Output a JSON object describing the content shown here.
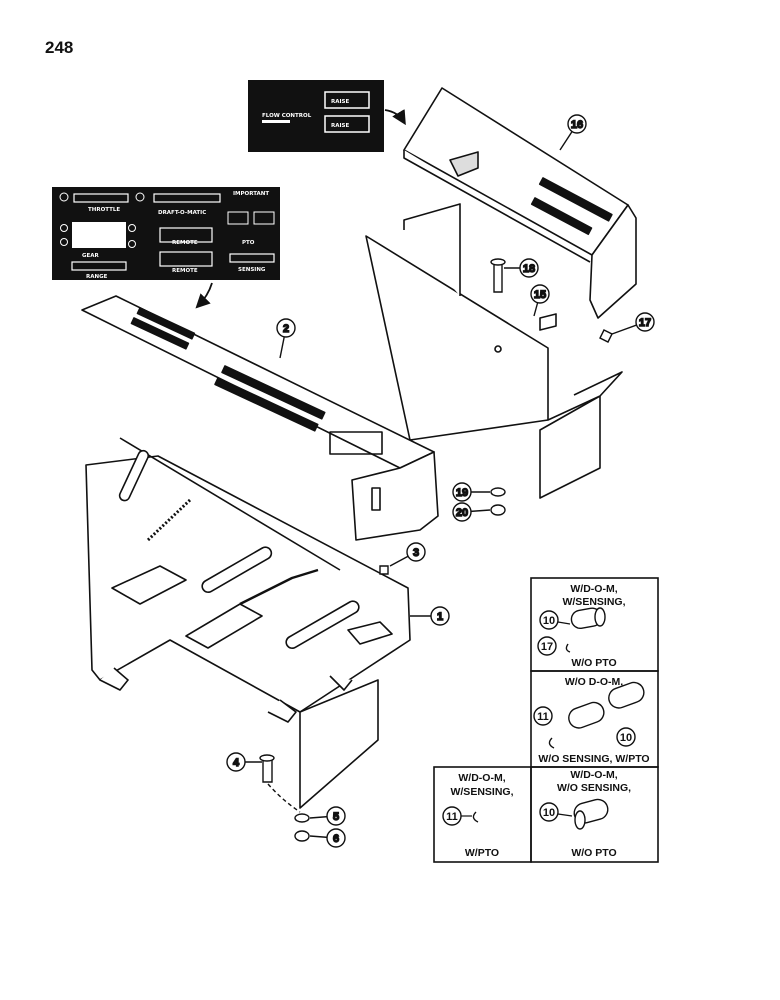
{
  "page_number": "248",
  "decal_upper": {
    "labels": [
      "FLOW CONTROL",
      "RAISE",
      "RAISE"
    ]
  },
  "decal_lower": {
    "labels": [
      "THROTTLE",
      "DRAFT-O-MATIC",
      "IMPORTANT",
      "REMOTE",
      "PTO",
      "GEAR",
      "REMOTE",
      "SENSING",
      "RANGE"
    ]
  },
  "callouts": [
    "1",
    "2",
    "3",
    "4",
    "5",
    "6",
    "10",
    "11",
    "15",
    "16",
    "17",
    "18",
    "19",
    "20"
  ],
  "variant_boxes": {
    "box_a": {
      "title_lines": [
        "W/D-O-M,",
        "W/SENSING,"
      ],
      "footer": "W/O PTO",
      "parts": [
        "10",
        "17"
      ]
    },
    "box_b": {
      "title_lines": [
        "W/O D-O-M,"
      ],
      "footer": "W/O SENSING, W/PTO",
      "parts": [
        "11",
        "10"
      ]
    },
    "box_c": {
      "title_lines": [
        "W/D-O-M,",
        "W/SENSING,"
      ],
      "footer": "W/PTO",
      "parts": [
        "11"
      ]
    },
    "box_d": {
      "title_lines": [
        "W/D-O-M,",
        "W/O SENSING,"
      ],
      "footer": "W/O PTO",
      "parts": [
        "10"
      ]
    }
  }
}
